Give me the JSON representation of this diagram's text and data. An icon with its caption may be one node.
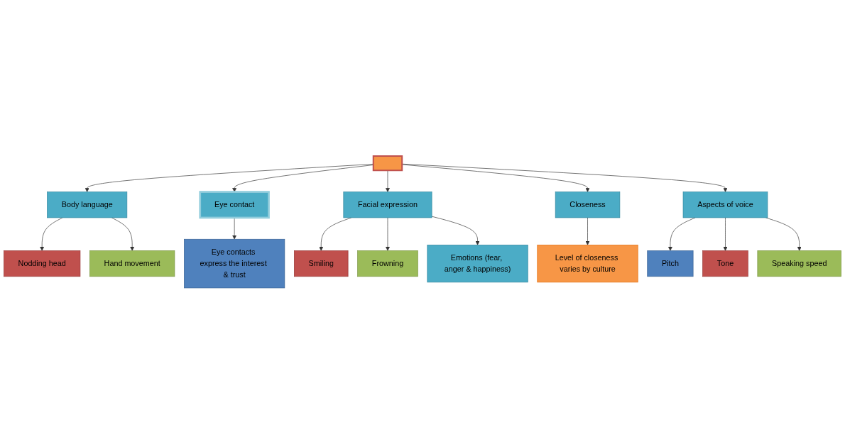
{
  "diagram": {
    "nodes": [
      {
        "text": [],
        "shape": "box"
      },
      {
        "text": [
          "Body language"
        ]
      },
      {
        "text": [
          "Eye contact"
        ]
      },
      {
        "text": [
          "Facial expression"
        ]
      },
      {
        "text": [
          "Closeness"
        ]
      },
      {
        "text": [
          "Aspects of voice"
        ]
      },
      {
        "text": [
          "Nodding head"
        ]
      },
      {
        "text": [
          "Hand movement"
        ]
      },
      {
        "text": [
          "Eye contacts express the interest & trust"
        ]
      },
      {
        "text": [
          "Smiling"
        ]
      },
      {
        "text": [
          "Frowning"
        ]
      },
      {
        "text": [
          "Emotions (fear, anger & happiness)"
        ]
      },
      {
        "text": [
          "Level of closeness varies by culture"
        ]
      },
      {
        "text": [
          "Pitch"
        ]
      },
      {
        "text": [
          "Tone"
        ]
      },
      {
        "text": [
          "Speaking speed"
        ]
      }
    ],
    "edges": [
      {
        "from": 0,
        "to": 1,
        "arrow": "to"
      },
      {
        "from": 0,
        "to": 2,
        "arrow": "to"
      },
      {
        "from": 0,
        "to": 3,
        "arrow": "to"
      },
      {
        "from": 0,
        "to": 4,
        "arrow": "to"
      },
      {
        "from": 0,
        "to": 5,
        "arrow": "to"
      },
      {
        "from": 1,
        "to": 6,
        "arrow": "to"
      },
      {
        "from": 1,
        "to": 7,
        "arrow": "to"
      },
      {
        "from": 2,
        "to": 8,
        "arrow": "to"
      },
      {
        "from": 3,
        "to": 9,
        "arrow": "to"
      },
      {
        "from": 3,
        "to": 10,
        "arrow": "to"
      },
      {
        "from": 3,
        "to": 11,
        "arrow": "to"
      },
      {
        "from": 4,
        "to": 12,
        "arrow": "to"
      },
      {
        "from": 5,
        "to": 13,
        "arrow": "to"
      },
      {
        "from": 5,
        "to": 14,
        "arrow": "to"
      },
      {
        "from": 5,
        "to": 15,
        "arrow": "to"
      }
    ]
  }
}
